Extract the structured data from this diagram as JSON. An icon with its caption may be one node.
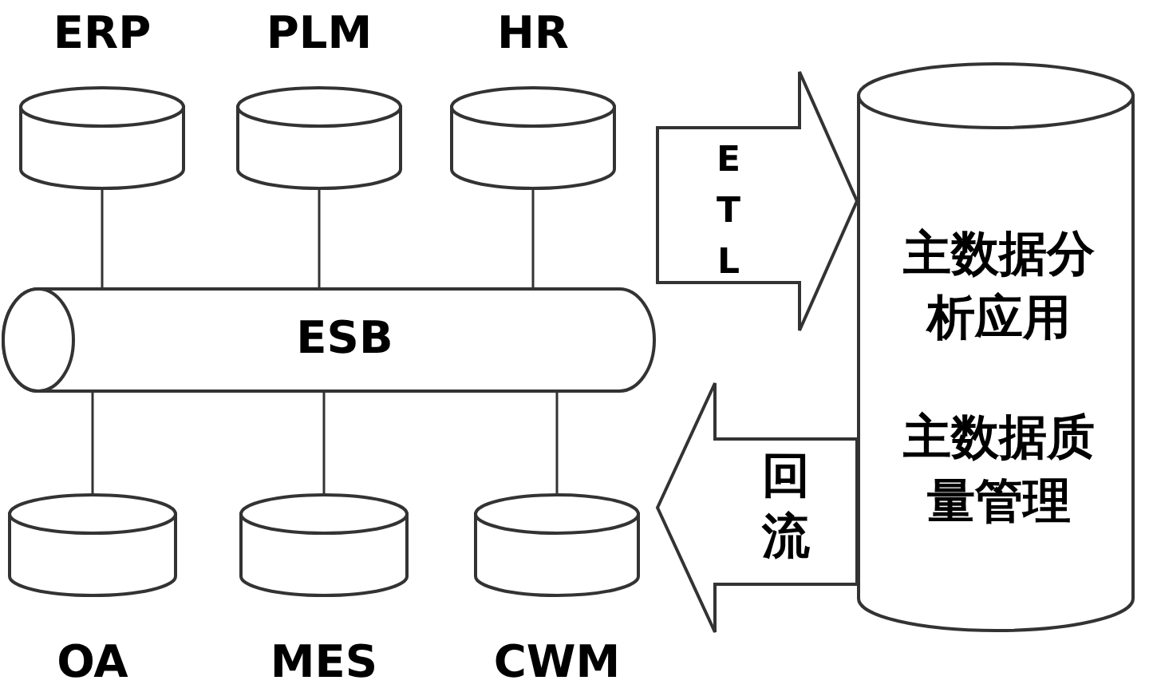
{
  "diagram": {
    "nodes": [
      {
        "text": [
          "ERP"
        ]
      },
      {
        "text": [
          "PLM"
        ]
      },
      {
        "text": [
          "HR"
        ]
      },
      {
        "text": [
          "ESB"
        ]
      },
      {
        "text": [
          "OA"
        ]
      },
      {
        "text": [
          "MES"
        ]
      },
      {
        "text": [
          "CWM"
        ]
      },
      {
        "text": [
          "主数据分析应用",
          "主数据质量管理"
        ]
      }
    ],
    "edges": [
      {
        "from": 0,
        "to": 3,
        "arrow": "none"
      },
      {
        "from": 1,
        "to": 3,
        "arrow": "none"
      },
      {
        "from": 2,
        "to": 3,
        "arrow": "none"
      },
      {
        "from": 3,
        "to": 4,
        "arrow": "none"
      },
      {
        "from": 3,
        "to": 5,
        "arrow": "none"
      },
      {
        "from": 3,
        "to": 6,
        "arrow": "none"
      },
      {
        "from": 3,
        "to": 7,
        "arrow": "to",
        "label": "ETL"
      },
      {
        "from": 7,
        "to": 3,
        "arrow": "to",
        "label": "回流"
      }
    ]
  }
}
